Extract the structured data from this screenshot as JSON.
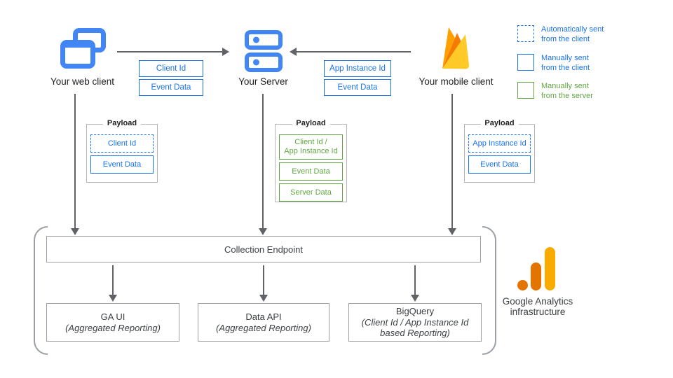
{
  "clients": {
    "web": {
      "label": "Your web client",
      "icon": "overlapping-windows-icon"
    },
    "server": {
      "label": "Your Server",
      "icon": "server-stack-icon"
    },
    "mobile": {
      "label": "Your mobile client",
      "icon": "firebase-icon"
    }
  },
  "arrows": {
    "web_to_server": [
      "Client Id",
      "Event Data"
    ],
    "mobile_to_server": [
      "App Instance Id",
      "Event Data"
    ]
  },
  "legend": [
    {
      "line1": "Automatically sent",
      "line2": "from the client",
      "style": "dashed-blue"
    },
    {
      "line1": "Manually sent",
      "line2": "from the client",
      "style": "solid-blue"
    },
    {
      "line1": "Manually sent",
      "line2": "from the server",
      "style": "solid-green"
    }
  ],
  "payloads": {
    "web": {
      "title": "Payload",
      "items": [
        {
          "label": "Client Id",
          "style": "dashed-blue"
        },
        {
          "label": "Event Data",
          "style": "solid-blue"
        }
      ]
    },
    "server": {
      "title": "Payload",
      "items": [
        {
          "label": "Client Id /\nApp Instance Id",
          "style": "solid-green"
        },
        {
          "label": "Event Data",
          "style": "solid-green"
        },
        {
          "label": "Server Data",
          "style": "solid-green"
        }
      ]
    },
    "mobile": {
      "title": "Payload",
      "items": [
        {
          "label": "App Instance Id",
          "style": "dashed-blue"
        },
        {
          "label": "Event Data",
          "style": "solid-blue"
        }
      ]
    }
  },
  "infrastructure": {
    "endpoint": "Collection Endpoint",
    "services": [
      {
        "name": "GA UI",
        "detail": "(Aggregated Reporting)"
      },
      {
        "name": "Data API",
        "detail": "(Aggregated Reporting)"
      },
      {
        "name": "BigQuery",
        "detail": "(Client Id / App Instance Id\nbased Reporting)"
      }
    ],
    "caption_line1": "Google Analytics",
    "caption_line2": "infrastructure"
  },
  "colors": {
    "blue": "#1a73e8",
    "icon_blue": "#4285f4",
    "green": "#62a644",
    "arrow_gray": "#5f6368",
    "bracket_gray": "#9aa0a6",
    "ga_orange": "#e37400",
    "ga_amber": "#f9ab00",
    "firebase_yellow": "#ffca28",
    "firebase_orange": "#f57c00",
    "firebase_amber": "#ffa000"
  }
}
